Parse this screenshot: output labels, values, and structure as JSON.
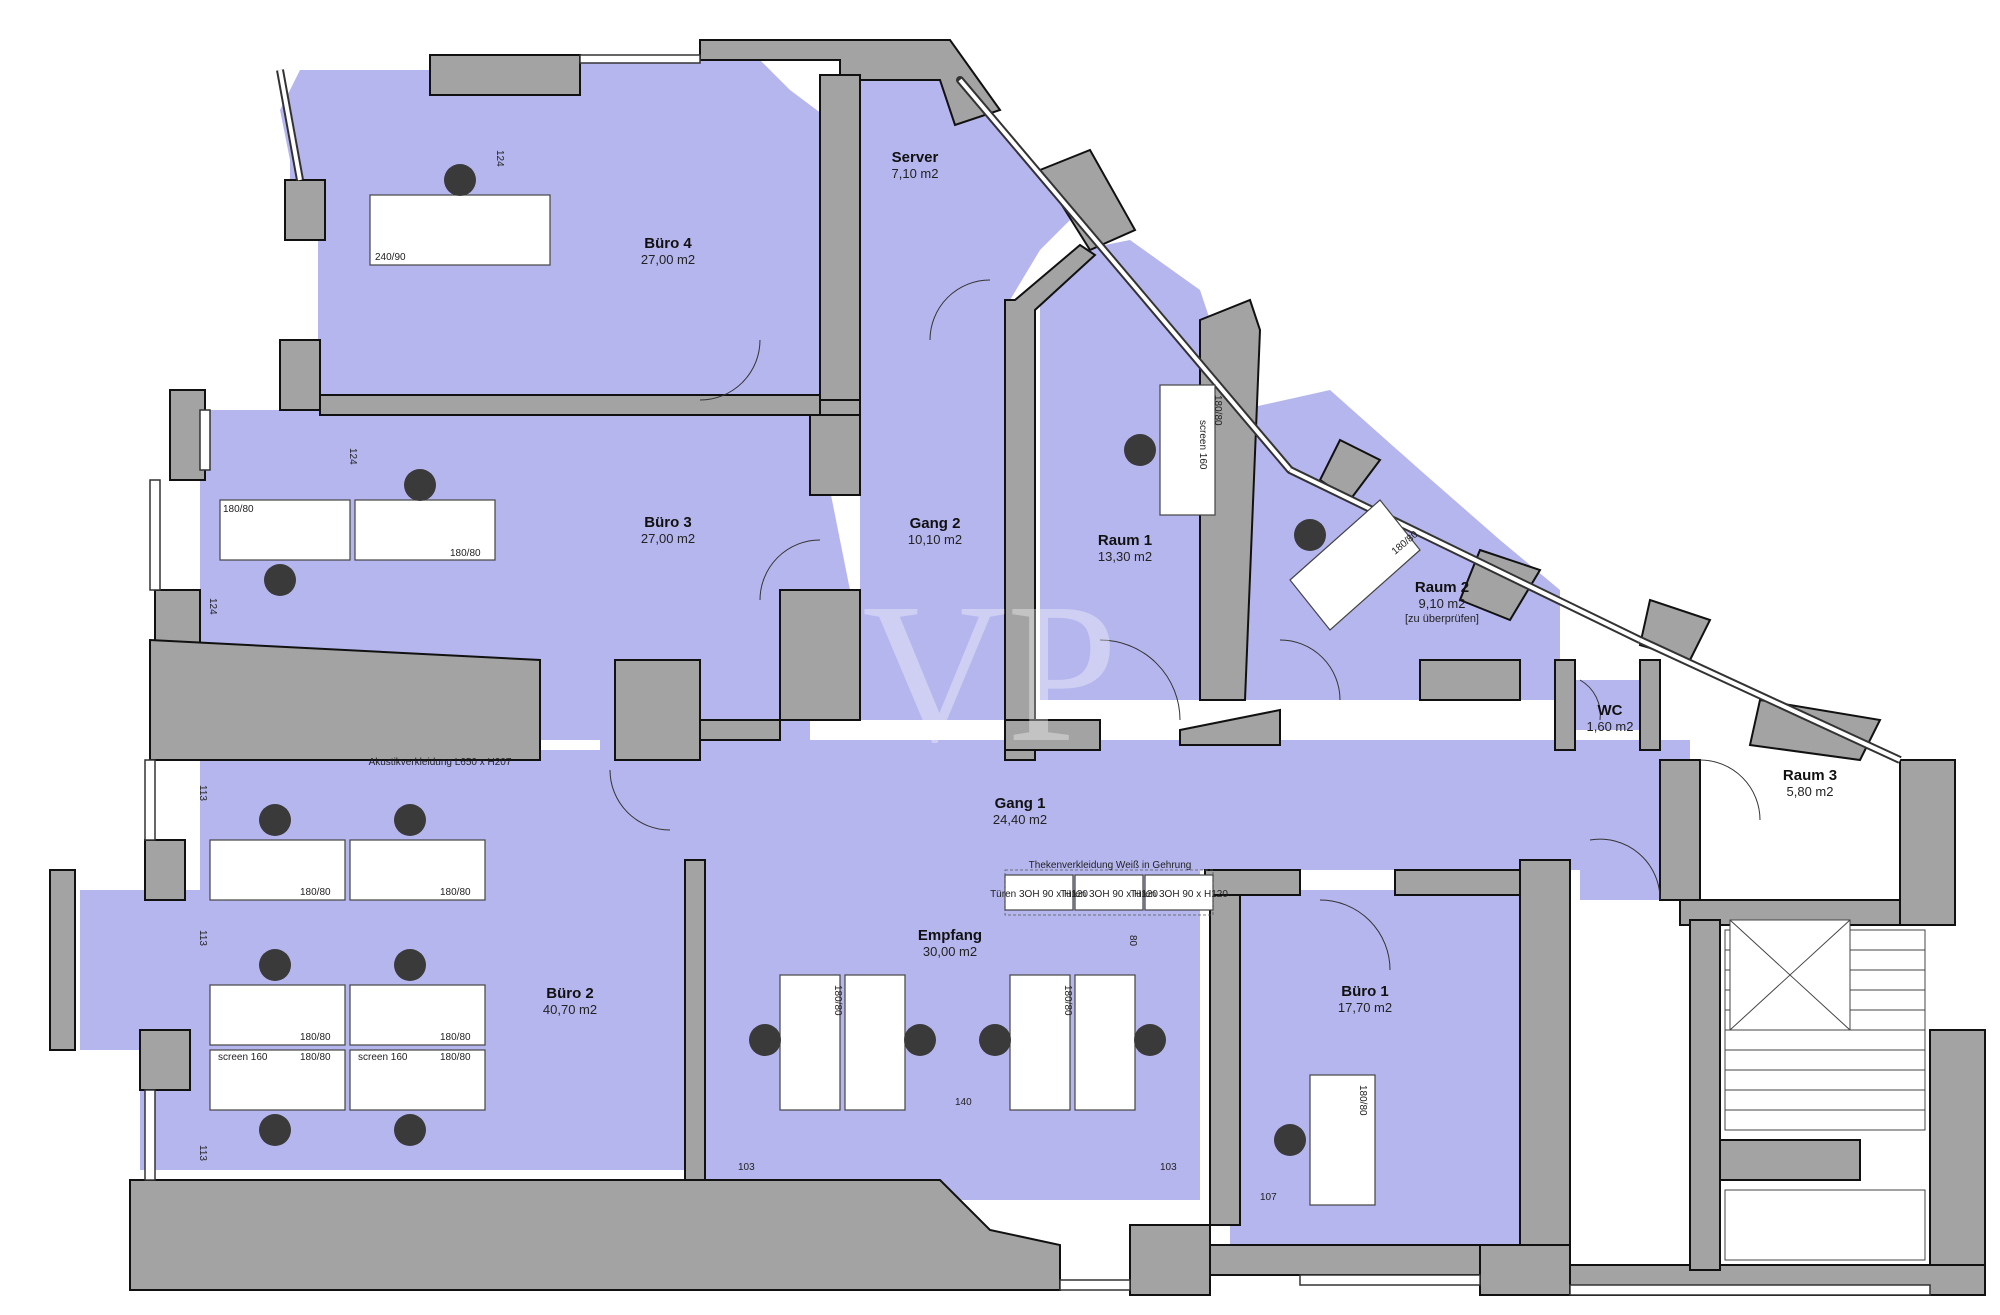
{
  "watermark": "VP",
  "rooms": {
    "buero4": {
      "name": "Büro 4",
      "area": "27,00 m2"
    },
    "server": {
      "name": "Server",
      "area": "7,10 m2"
    },
    "buero3": {
      "name": "Büro 3",
      "area": "27,00 m2"
    },
    "gang2": {
      "name": "Gang 2",
      "area": "10,10 m2"
    },
    "raum1": {
      "name": "Raum 1",
      "area": "13,30 m2"
    },
    "raum2": {
      "name": "Raum 2",
      "area": "9,10 m2",
      "note": "[zu überprüfen]"
    },
    "wc": {
      "name": "WC",
      "area": "1,60 m2"
    },
    "raum3": {
      "name": "Raum 3",
      "area": "5,80 m2"
    },
    "gang1": {
      "name": "Gang 1",
      "area": "24,40 m2"
    },
    "empfang": {
      "name": "Empfang",
      "area": "30,00 m2"
    },
    "buero2": {
      "name": "Büro 2",
      "area": "40,70 m2"
    },
    "buero1": {
      "name": "Büro 1",
      "area": "17,70 m2"
    }
  },
  "annotations": {
    "akustik": "Akustikverkleidung L650 x H207",
    "theke": "Thekenverkleidung Weiß in Gehrung",
    "door_units": [
      "Türen 3OH\n90 x H120",
      "Türen 3OH\n90 x H120",
      "Türen 3OH\n90 x H120"
    ]
  },
  "desk_labels": {
    "d240": "240/90",
    "d180": "180/80",
    "screen": "screen 160"
  },
  "dimensions": {
    "d124": "124",
    "d113": "113",
    "d80": "80",
    "d140": "140",
    "d103": "103",
    "d107": "107"
  }
}
